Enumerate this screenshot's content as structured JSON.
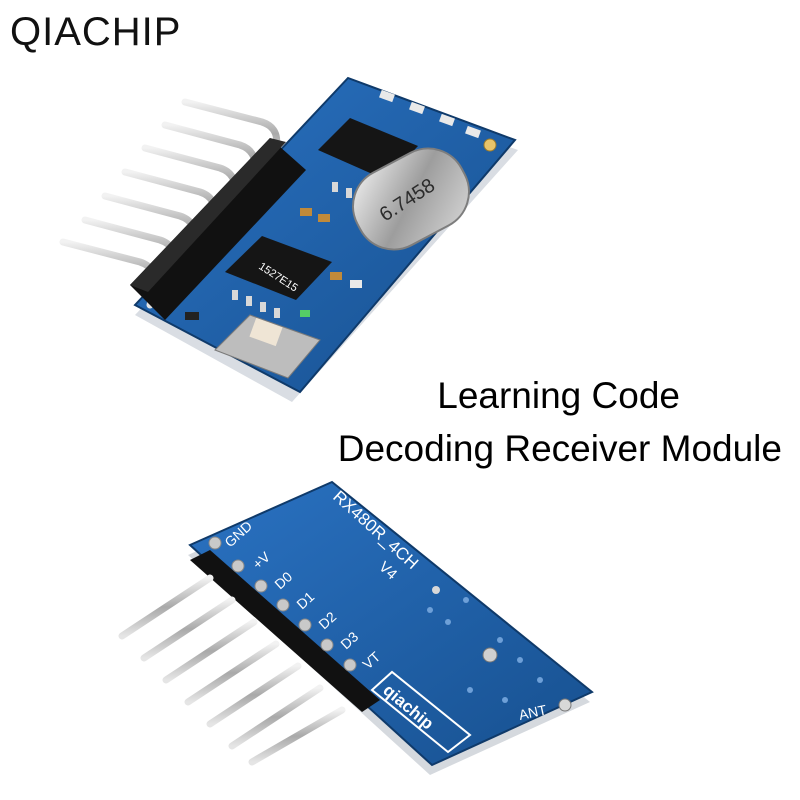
{
  "brand": "QIACHIP",
  "captions": {
    "line1": "Learning Code",
    "line2": "Decoding Receiver Module"
  },
  "top_module": {
    "crystal_label": "6.7458",
    "chip_label": "1527E15"
  },
  "bottom_module": {
    "model_label": "RX480R_4CH",
    "version_label": "V4",
    "gnd_label": "GND",
    "pin_labels": [
      "+V",
      "D0",
      "D1",
      "D2",
      "D3",
      "VT"
    ],
    "logo_text": "qiachip",
    "ant_label": "ANT"
  },
  "colors": {
    "pcb_blue": "#1f5fa8",
    "pcb_edge": "#153f73",
    "header_black": "#111111",
    "pin_silver": "#b8b8b8",
    "crystal_silver": "#c9c9c9"
  }
}
